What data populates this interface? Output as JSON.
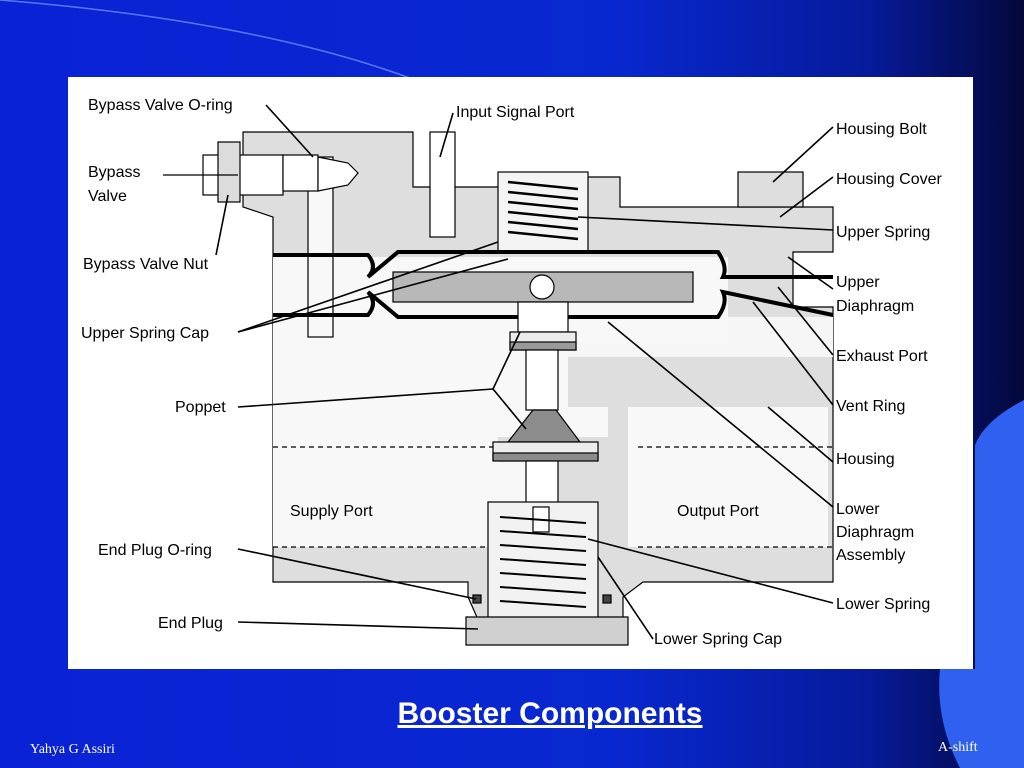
{
  "slide": {
    "title": "Booster Components",
    "footer_left": "Yahya G Assiri",
    "footer_right": "A-shift"
  },
  "diagram": {
    "labels": {
      "bypass_valve_oring": "Bypass Valve O-ring",
      "input_signal_port": "Input Signal Port",
      "housing_bolt": "Housing Bolt",
      "bypass_valve_line1": "Bypass",
      "bypass_valve_line2": "Valve",
      "housing_cover": "Housing Cover",
      "upper_spring": "Upper Spring",
      "bypass_valve_nut": "Bypass Valve Nut",
      "upper_diaphragm_line1": "Upper",
      "upper_diaphragm_line2": "Diaphragm",
      "upper_spring_cap": "Upper Spring Cap",
      "exhaust_port": "Exhaust Port",
      "poppet": "Poppet",
      "vent_ring": "Vent Ring",
      "housing": "Housing",
      "supply_port": "Supply Port",
      "output_port": "Output Port",
      "lower_diaphragm_line1": "Lower",
      "lower_diaphragm_line2": "Diaphragm",
      "lower_diaphragm_line3": "Assembly",
      "end_plug_oring": "End Plug O-ring",
      "lower_spring": "Lower Spring",
      "end_plug": "End Plug",
      "lower_spring_cap": "Lower Spring Cap"
    }
  },
  "colors": {
    "slide_blue": "#0828cf",
    "housing_gray": "#dcdcdc",
    "diaphragm_gray": "#b4b4b4",
    "poppet_gray": "#8c8c8c"
  }
}
